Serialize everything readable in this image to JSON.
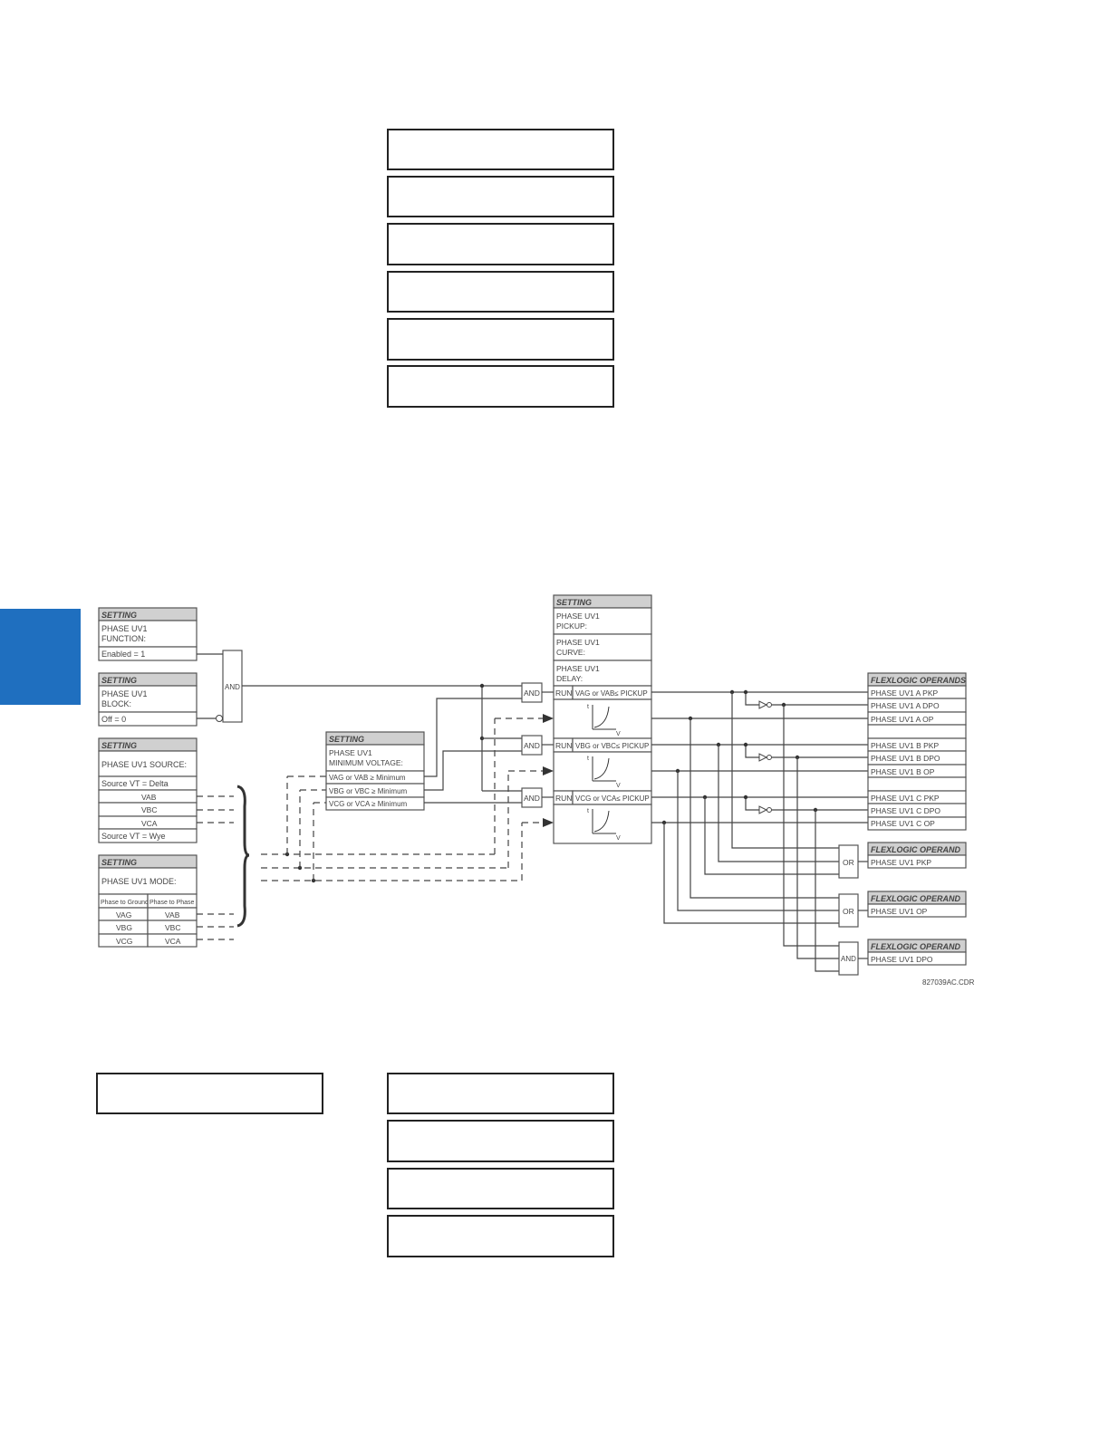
{
  "diagram": {
    "setting_header": "SETTING",
    "function": {
      "label_line1": "PHASE UV1",
      "label_line2": "FUNCTION:",
      "value": "Enabled = 1"
    },
    "block": {
      "label_line1": "PHASE UV1",
      "label_line2": "BLOCK:",
      "value": "Off = 0"
    },
    "source": {
      "label": "PHASE UV1 SOURCE:",
      "delta": "Source VT = Delta",
      "rows": [
        "VAB",
        "VBC",
        "VCA"
      ],
      "wye": "Source VT = Wye"
    },
    "mode": {
      "label": "PHASE UV1 MODE:",
      "col1": "Phase to Ground",
      "col2": "Phase to Phase",
      "rows": [
        [
          "VAG",
          "VAB"
        ],
        [
          "VBG",
          "VBC"
        ],
        [
          "VCG",
          "VCA"
        ]
      ]
    },
    "min_voltage": {
      "label_line1": "PHASE UV1",
      "label_line2": "MINIMUM VOLTAGE:",
      "rows": [
        "VAG or VAB ≥ Minimum",
        "VBG or VBC ≥  Minimum",
        "VCG or VCA ≥  Minimum"
      ]
    },
    "main_setting": {
      "pickup_line1": "PHASE UV1",
      "pickup_line2": "PICKUP:",
      "curve_line1": "PHASE UV1",
      "curve_line2": "CURVE:",
      "delay_line1": "PHASE UV1",
      "delay_line2": "DELAY:",
      "run": "RUN",
      "conditions": [
        "VAG or VAB≤ PICKUP",
        "VBG or VBC≤ PICKUP",
        "VCG or VCA≤ PICKUP"
      ],
      "curve_t": "t",
      "curve_v": "V"
    },
    "gates": {
      "and": "AND",
      "or": "OR"
    },
    "flexlogic_operands_header": "FLEXLOGIC OPERANDS",
    "flexlogic_operand_header": "FLEXLOGIC OPERAND",
    "operands": [
      "PHASE UV1 A PKP",
      "PHASE UV1 A DPO",
      "PHASE UV1 A OP",
      "PHASE UV1 B PKP",
      "PHASE UV1 B DPO",
      "PHASE UV1 B OP",
      "PHASE UV1 C PKP",
      "PHASE UV1 C DPO",
      "PHASE UV1 C OP"
    ],
    "pkp": "PHASE UV1  PKP",
    "op": "PHASE UV1  OP",
    "dpo": "PHASE UV1  DPO",
    "figure_id": "827039AC.CDR"
  }
}
